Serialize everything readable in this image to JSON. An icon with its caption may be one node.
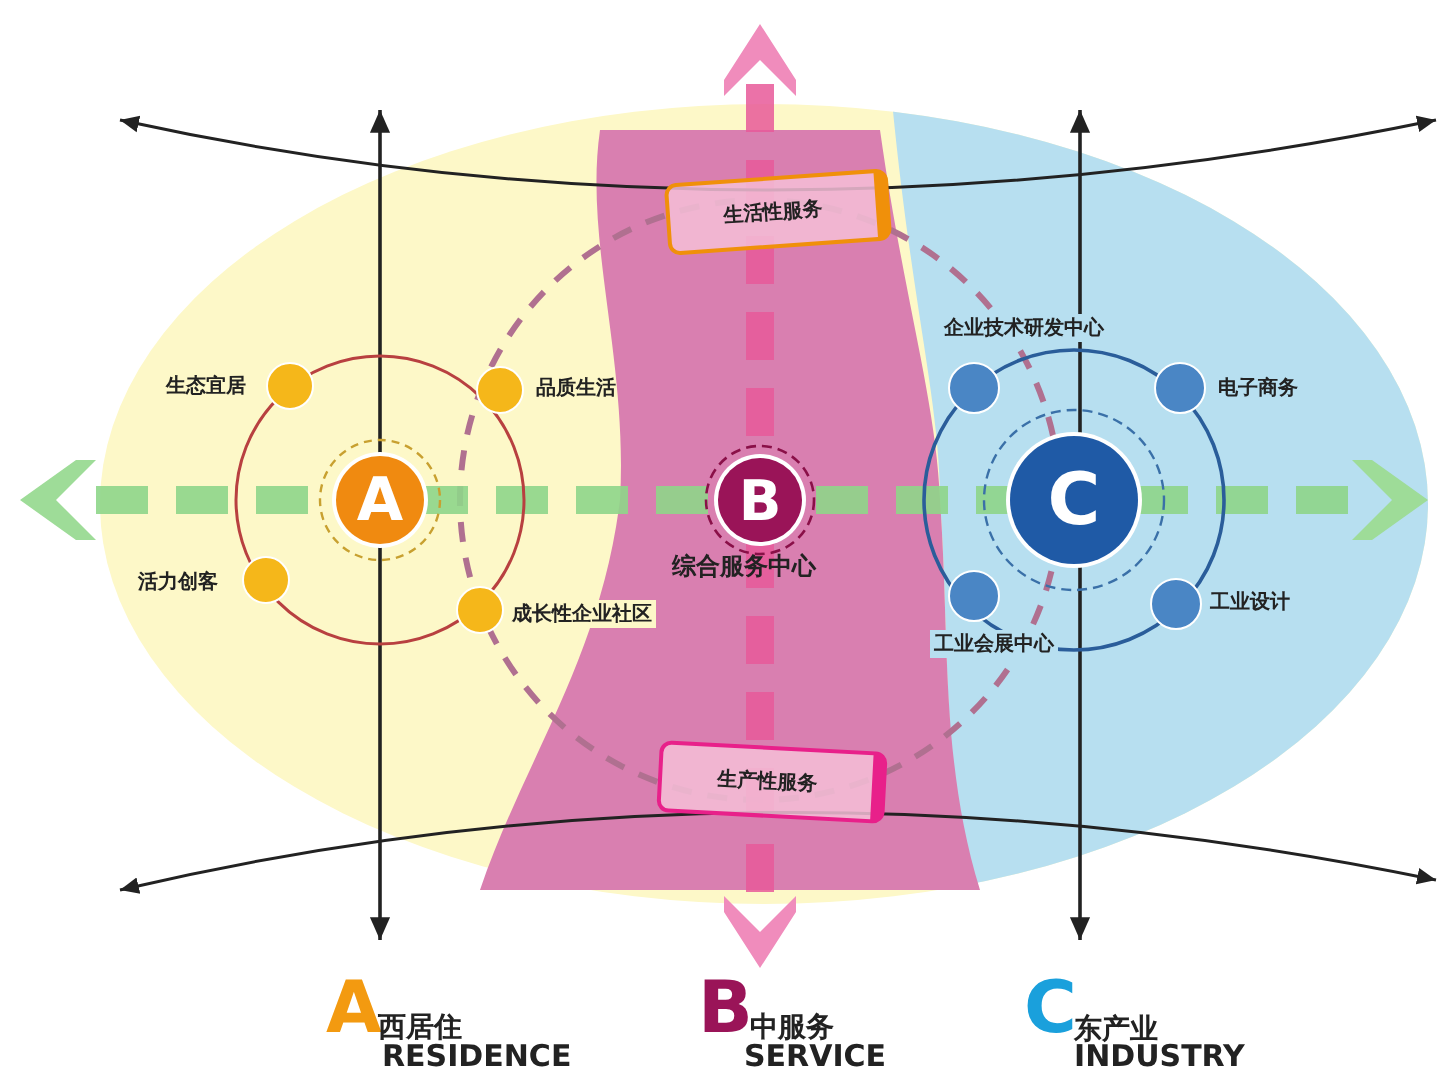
{
  "diagram": {
    "nodes": [
      {
        "text": [
          "A"
        ]
      },
      {
        "text": [],
        "shape": "circle",
        "beside": [
          "生态宜居"
        ]
      },
      {
        "text": [],
        "shape": "circle",
        "beside": [
          "品质生活"
        ]
      },
      {
        "text": [],
        "shape": "circle",
        "beside": [
          "活力创客"
        ]
      },
      {
        "text": [],
        "shape": "circle",
        "beside": [
          "成长性企业社区"
        ]
      },
      {
        "text": [
          "B"
        ],
        "beside": [
          "综合服务中心"
        ]
      },
      {
        "text": [
          "C"
        ]
      },
      {
        "text": [],
        "shape": "circle",
        "beside": [
          "企业技术研发中心"
        ]
      },
      {
        "text": [],
        "shape": "circle",
        "beside": [
          "电子商务"
        ]
      },
      {
        "text": [],
        "shape": "circle",
        "beside": [
          "工业会展中心"
        ]
      },
      {
        "text": [],
        "shape": "circle",
        "beside": [
          "工业设计"
        ]
      },
      {
        "text": [
          "生活性服务"
        ]
      },
      {
        "text": [
          "生产性服务"
        ]
      }
    ],
    "labels": [
      "A",
      "西居住",
      "RESIDENCE",
      "B",
      "中服务",
      "SERVICE",
      "C",
      "东产业",
      "INDUSTRY"
    ]
  }
}
